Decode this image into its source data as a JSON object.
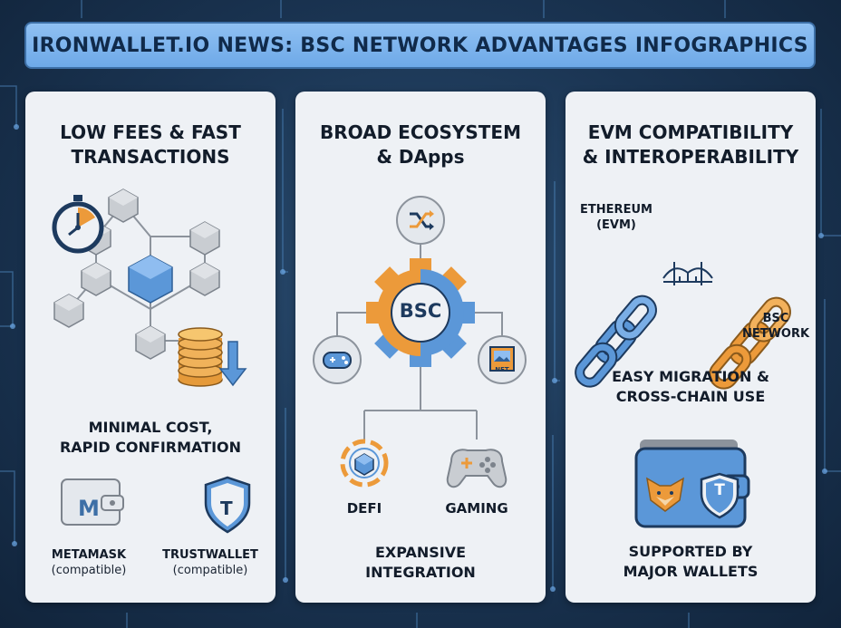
{
  "header": {
    "title": "IRONWALLET.IO NEWS: BSC NETWORK ADVANTAGES INFOGRAPHICS"
  },
  "panels": [
    {
      "title": "LOW FEES & FAST\nTRANSACTIONS",
      "caption": "MINIMAL COST,\nRAPID CONFIRMATION",
      "wallets": [
        {
          "name": "METAMASK",
          "note": "(compatible)",
          "glyph": "M"
        },
        {
          "name": "TRUSTWALLET",
          "note": "(compatible)",
          "glyph": "T"
        }
      ]
    },
    {
      "title": "BROAD ECOSYSTEM\n& DApps",
      "center_label": "BSC",
      "nft_label": "NFT",
      "nodes": [
        "DEFI",
        "GAMING"
      ],
      "caption": "EXPANSIVE\nINTEGRATION"
    },
    {
      "title": "EVM COMPATIBILITY\n& INTEROPERABILITY",
      "chain_left": "ETHEREUM\n(EVM)",
      "chain_right": "BSC\nNETWORK",
      "caption": "EASY MIGRATION &\nCROSS-CHAIN USE",
      "wallet_glyph": "T",
      "caption2": "SUPPORTED BY\nMAJOR WALLETS"
    }
  ],
  "colors": {
    "blue": "#5b97d8",
    "orange": "#ec9a3a",
    "gray": "#b9bec5",
    "navy": "#1d3a5e"
  }
}
